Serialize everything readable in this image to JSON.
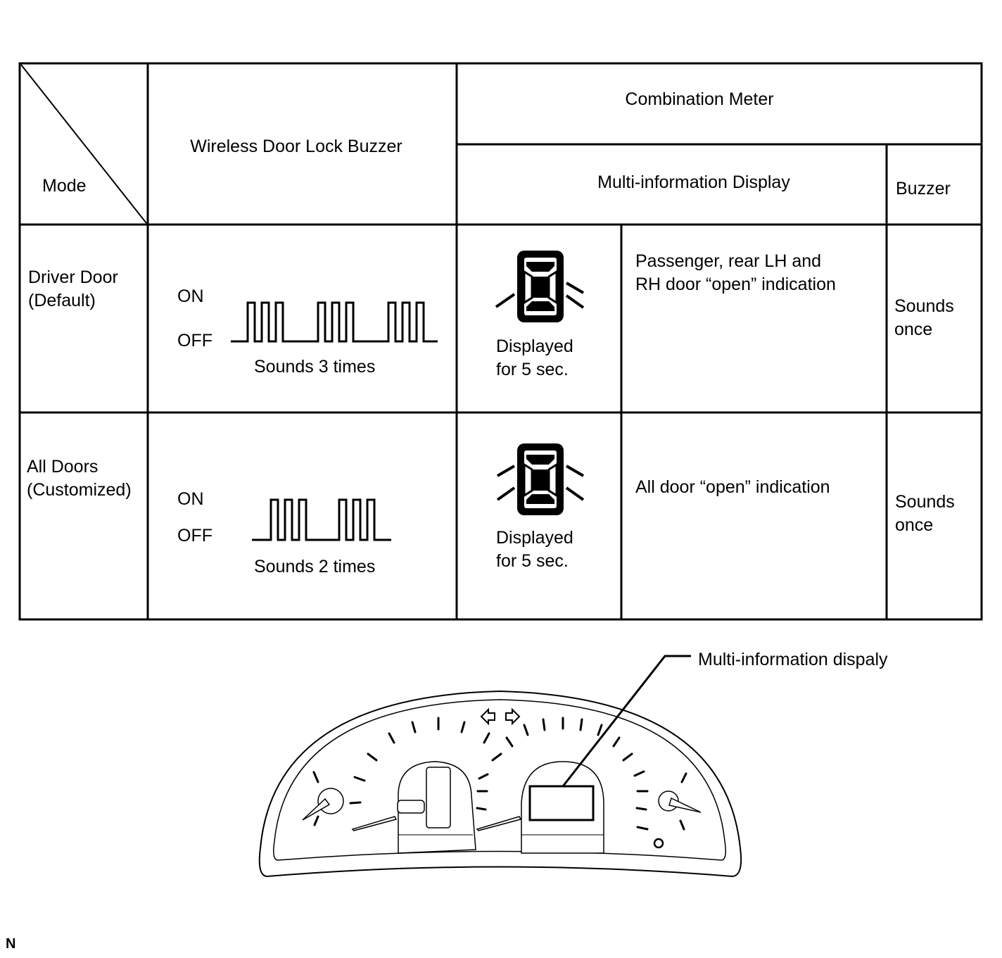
{
  "table": {
    "header": {
      "mode": "Mode",
      "wireless_buzzer": "Wireless Door Lock Buzzer",
      "combination_meter": "Combination Meter",
      "multi_info_display": "Multi-information Display",
      "buzzer": "Buzzer"
    },
    "rows": [
      {
        "mode_line1": "Driver Door",
        "mode_line2": "(Default)",
        "on_label": "ON",
        "off_label": "OFF",
        "pulses": 3,
        "sound_caption": "Sounds 3 times",
        "display_line1": "Displayed",
        "display_line2": "for 5 sec.",
        "indication_line1": "Passenger, rear LH and",
        "indication_line2": "RH door “open” indication",
        "buzzer_line1": "Sounds",
        "buzzer_line2": "once"
      },
      {
        "mode_line1": "All Doors",
        "mode_line2": "(Customized)",
        "on_label": "ON",
        "off_label": "OFF",
        "pulses": 2,
        "sound_caption": "Sounds 2 times",
        "display_line1": "Displayed",
        "display_line2": "for 5 sec.",
        "indication_line1": "All door “open” indication",
        "indication_line2": "",
        "buzzer_line1": "Sounds",
        "buzzer_line2": "once"
      }
    ]
  },
  "cluster": {
    "callout_label": "Multi-information dispaly"
  },
  "figure_code": "N",
  "icons": [
    "car-door-open-icon",
    "left-turn-arrow-icon",
    "right-turn-arrow-icon",
    "gauge-needle-icon"
  ]
}
